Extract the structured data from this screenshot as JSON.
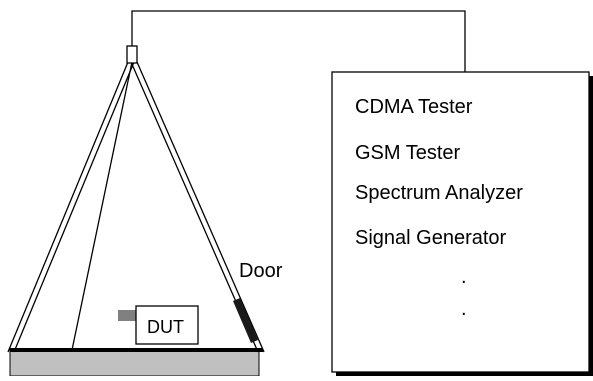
{
  "diagram": {
    "equipment_list": [
      "CDMA Tester",
      "GSM Tester",
      "Spectrum Analyzer",
      "Signal Generator",
      ".",
      "."
    ],
    "door_label": "Door",
    "dut_label": "DUT"
  }
}
